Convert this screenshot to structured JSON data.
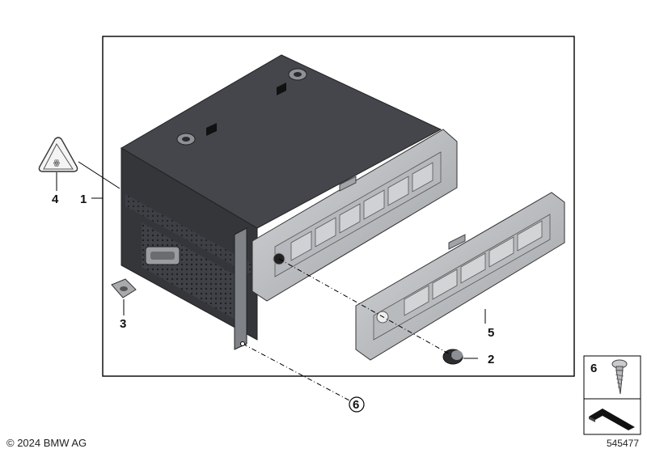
{
  "callouts": {
    "c1": "1",
    "c2": "2",
    "c3": "3",
    "c4": "4",
    "c5": "5",
    "c6": "6"
  },
  "legend": {
    "item_number": "6"
  },
  "footer": {
    "copyright": "© 2024 BMW AG",
    "diagram_number": "545477"
  },
  "colors": {
    "housing_dark": "#3d3f44",
    "housing_side": "#4a4c52",
    "faceplate_light": "#c8cacd",
    "faceplate_mid": "#a9acb0",
    "line": "#000000"
  }
}
